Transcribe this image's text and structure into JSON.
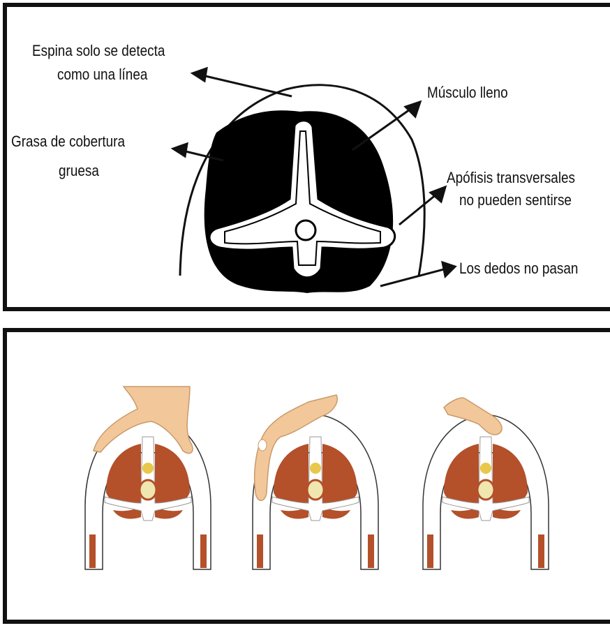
{
  "top_diagram": {
    "labels": {
      "spine_line1": "Espina solo se detecta",
      "spine_line2": "como una línea",
      "fat_line1": "Grasa de cobertura",
      "fat_line2": "gruesa",
      "muscle": "Músculo lleno",
      "transverse_line1": "Apófisis transversales",
      "transverse_line2": "no pueden sentirse",
      "fingers": "Los dedos no pasan"
    },
    "colors": {
      "muscle": "#000000",
      "fat": "#ffffff",
      "outline": "#111111"
    }
  },
  "bottom_diagram": {
    "panels": [
      "palpation-flat-hand",
      "palpation-side-hand",
      "palpation-fingertips"
    ],
    "colors": {
      "muscle": "#b4502a",
      "skin": "#f2c89a",
      "bone": "#f0e6b0"
    }
  }
}
